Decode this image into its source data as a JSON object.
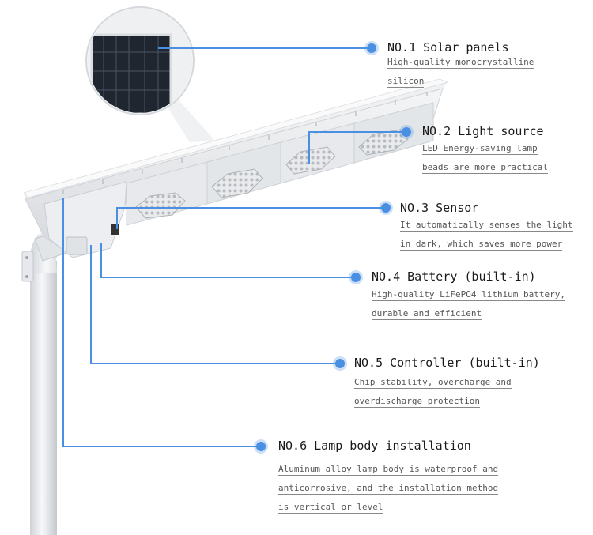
{
  "colors": {
    "accent": "#4a90e2",
    "text": "#1a1a1a",
    "subtext": "#555555"
  },
  "callouts": [
    {
      "title": "NO.1 Solar panels",
      "lines": [
        "High-quality monocrystalline",
        "silicon"
      ]
    },
    {
      "title": "NO.2 Light source",
      "lines": [
        "LED Energy-saving lamp",
        "beads are more practical"
      ]
    },
    {
      "title": "NO.3 Sensor",
      "lines": [
        "It automatically senses the light",
        "in dark, which saves more power"
      ]
    },
    {
      "title": "NO.4 Battery (built-in)",
      "lines": [
        "High-quality LiFePO4 lithium battery,",
        "durable and efficient"
      ]
    },
    {
      "title": "NO.5 Controller (built-in)",
      "lines": [
        "Chip stability, overcharge and",
        "overdischarge protection"
      ]
    },
    {
      "title": "NO.6 Lamp body installation",
      "lines": [
        "Aluminum alloy lamp body is waterproof and",
        "anticorrosive, and the installation method",
        "is vertical or level"
      ]
    }
  ]
}
